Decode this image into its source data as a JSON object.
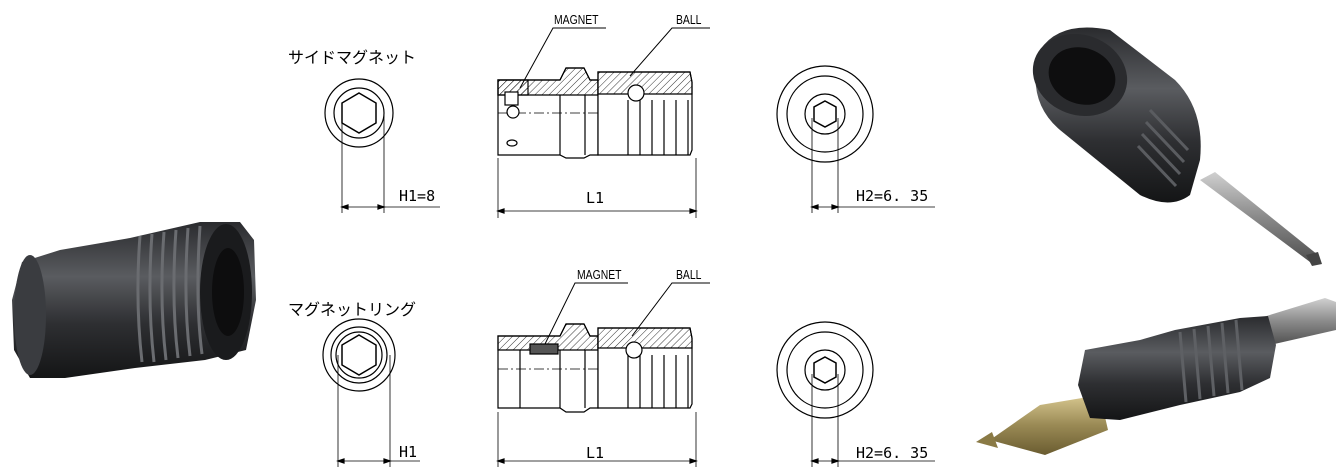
{
  "rows": [
    {
      "title": "サイドマグネット",
      "magnet_label": "MAGNET",
      "ball_label": "BALL",
      "h1_label": "H1=8",
      "l1_label": "L1",
      "h2_label": "H2=6. 35"
    },
    {
      "title": "マグネットリング",
      "magnet_label": "MAGNET",
      "ball_label": "BALL",
      "h1_label": "H1",
      "l1_label": "L1",
      "h2_label": "H2=6. 35"
    }
  ],
  "colors": {
    "line": "#000000",
    "hatch": "#000000",
    "product_dark": "#2a2b2e",
    "product_mid": "#4a4c50",
    "bit_metal": "#b0a070"
  }
}
